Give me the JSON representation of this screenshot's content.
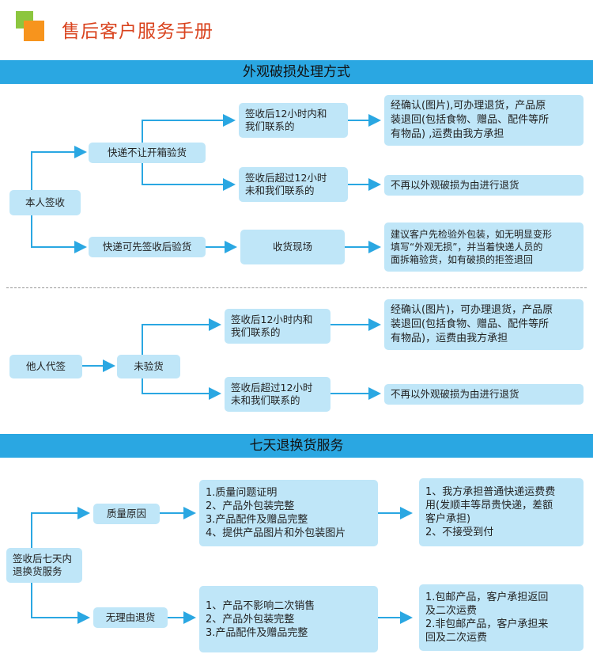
{
  "title": "售后客户服务手册",
  "colors": {
    "band": "#2aa7e2",
    "box": "#bfe6f8",
    "line": "#2aa7e2",
    "title": "#d9431e",
    "logo_green": "#8cc63f",
    "logo_orange": "#f7941d"
  },
  "section1": {
    "heading": "外观破损处理方式",
    "self_sign": {
      "root": "本人签收",
      "no_open": "快递不让开箱验货",
      "sign_first": "快递可先签收后验货",
      "within12": "签收后12小时内和\n我们联系的",
      "after12": "签收后超过12小时\n未和我们联系的",
      "on_site": "收货现场",
      "result_within": "经确认(图片),可办理退货，产品原\n装退回(包括食物、赠品、配件等所\n有物品) ,运费由我方承担",
      "result_after": "不再以外观破损为由进行退货",
      "result_site": "建议客户先检验外包装，如无明显变形\n填写“外观无损”，并当着快递人员的\n面拆箱验货，如有破损的拒签退回"
    },
    "proxy_sign": {
      "root": "他人代签",
      "not_checked": "未验货",
      "within12": "签收后12小时内和\n我们联系的",
      "after12": "签收后超过12小时\n未和我们联系的",
      "result_within": "经确认(图片)，可办理退货，产品原\n装退回(包括食物、赠品、配件等所\n有物品)，运费由我方承担",
      "result_after": "不再以外观破损为由进行退货"
    }
  },
  "section2": {
    "heading": "七天退换货服务",
    "root": "签收后七天内\n退换货服务",
    "quality": "质量原因",
    "no_reason": "无理由退货",
    "quality_req": "1.质量问题证明\n2、产品外包装完整\n3.产品配件及赠品完整\n4、提供产品图片和外包装图片",
    "quality_res": "1、我方承担普通快递运费费\n用(发顺丰等昂贵快递，差额\n客户承担)\n2、不接受到付",
    "noreason_req": "1、产品不影响二次销售\n2、产品外包装完整\n3.产品配件及赠品完整",
    "noreason_res": "1.包邮产品，客户承担返回\n及二次运费\n2.非包邮产品，客户承担来\n回及二次运费"
  }
}
